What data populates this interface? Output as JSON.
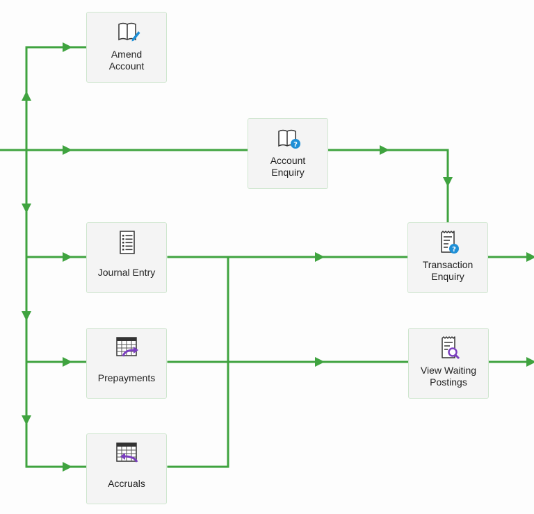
{
  "colors": {
    "connector": "#3fa33f",
    "box_border": "#cfe6cf",
    "box_fill": "#f4f4f4",
    "icon_purple": "#7b3fbf",
    "icon_blue": "#1e8fd6"
  },
  "nodes": {
    "amend_account": {
      "label": "Amend\nAccount",
      "icon": "book-pencil-icon"
    },
    "account_enquiry": {
      "label": "Account\nEnquiry",
      "icon": "book-question-icon"
    },
    "journal_entry": {
      "label": "Journal Entry",
      "icon": "ledger-list-icon"
    },
    "transaction_enquiry": {
      "label": "Transaction\nEnquiry",
      "icon": "receipt-question-icon"
    },
    "prepayments": {
      "label": "Prepayments",
      "icon": "calendar-forward-icon"
    },
    "view_waiting_postings": {
      "label": "View Waiting\nPostings",
      "icon": "receipt-search-icon"
    },
    "accruals": {
      "label": "Accruals",
      "icon": "calendar-back-icon"
    }
  }
}
